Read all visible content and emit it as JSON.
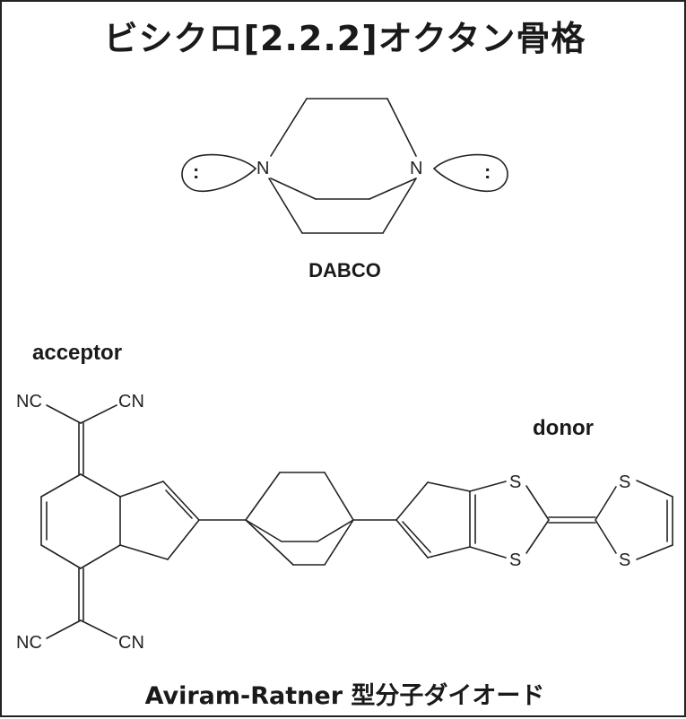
{
  "title": "ビシクロ[2.2.2]オクタン骨格",
  "dabco": {
    "name": "DABCO",
    "atom_n": "N",
    "lone_pair": ":"
  },
  "molecule": {
    "acceptor_label": "acceptor",
    "donor_label": "donor",
    "cn": "CN",
    "nc": "NC",
    "s": "S"
  },
  "caption": "Aviram-Ratner 型分子ダイオード",
  "colors": {
    "ink": "#222222",
    "background": "#ffffff"
  }
}
